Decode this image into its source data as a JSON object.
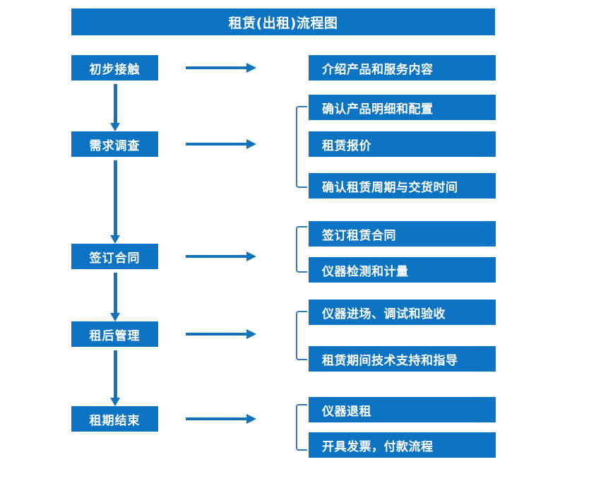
{
  "diagram": {
    "title": "租赁(出租)流程图",
    "colors": {
      "brand_blue": "#0d74c4",
      "arrow_blue": "#1273ba",
      "bracket_blue": "#3a77b5",
      "background": "#ffffff",
      "text_on_blue": "#ffffff"
    },
    "stages": [
      {
        "id": "stage-1",
        "label": "初步接触"
      },
      {
        "id": "stage-2",
        "label": "需求调查"
      },
      {
        "id": "stage-3",
        "label": "签订合同"
      },
      {
        "id": "stage-4",
        "label": "租后管理"
      },
      {
        "id": "stage-5",
        "label": "租期结束"
      }
    ],
    "details": [
      {
        "id": "detail-1-1",
        "label": "介绍产品和服务内容"
      },
      {
        "id": "detail-2-1",
        "label": "确认产品明细和配置"
      },
      {
        "id": "detail-2-2",
        "label": "租赁报价"
      },
      {
        "id": "detail-2-3",
        "label": "确认租赁周期与交货时间"
      },
      {
        "id": "detail-3-1",
        "label": "签订租赁合同"
      },
      {
        "id": "detail-3-2",
        "label": "仪器检测和计量"
      },
      {
        "id": "detail-4-1",
        "label": "仪器进场、调试和验收"
      },
      {
        "id": "detail-4-2",
        "label": "租赁期间技术支持和指导"
      },
      {
        "id": "detail-5-1",
        "label": "仪器退租"
      },
      {
        "id": "detail-5-2",
        "label": "开具发票，付款流程"
      }
    ]
  }
}
